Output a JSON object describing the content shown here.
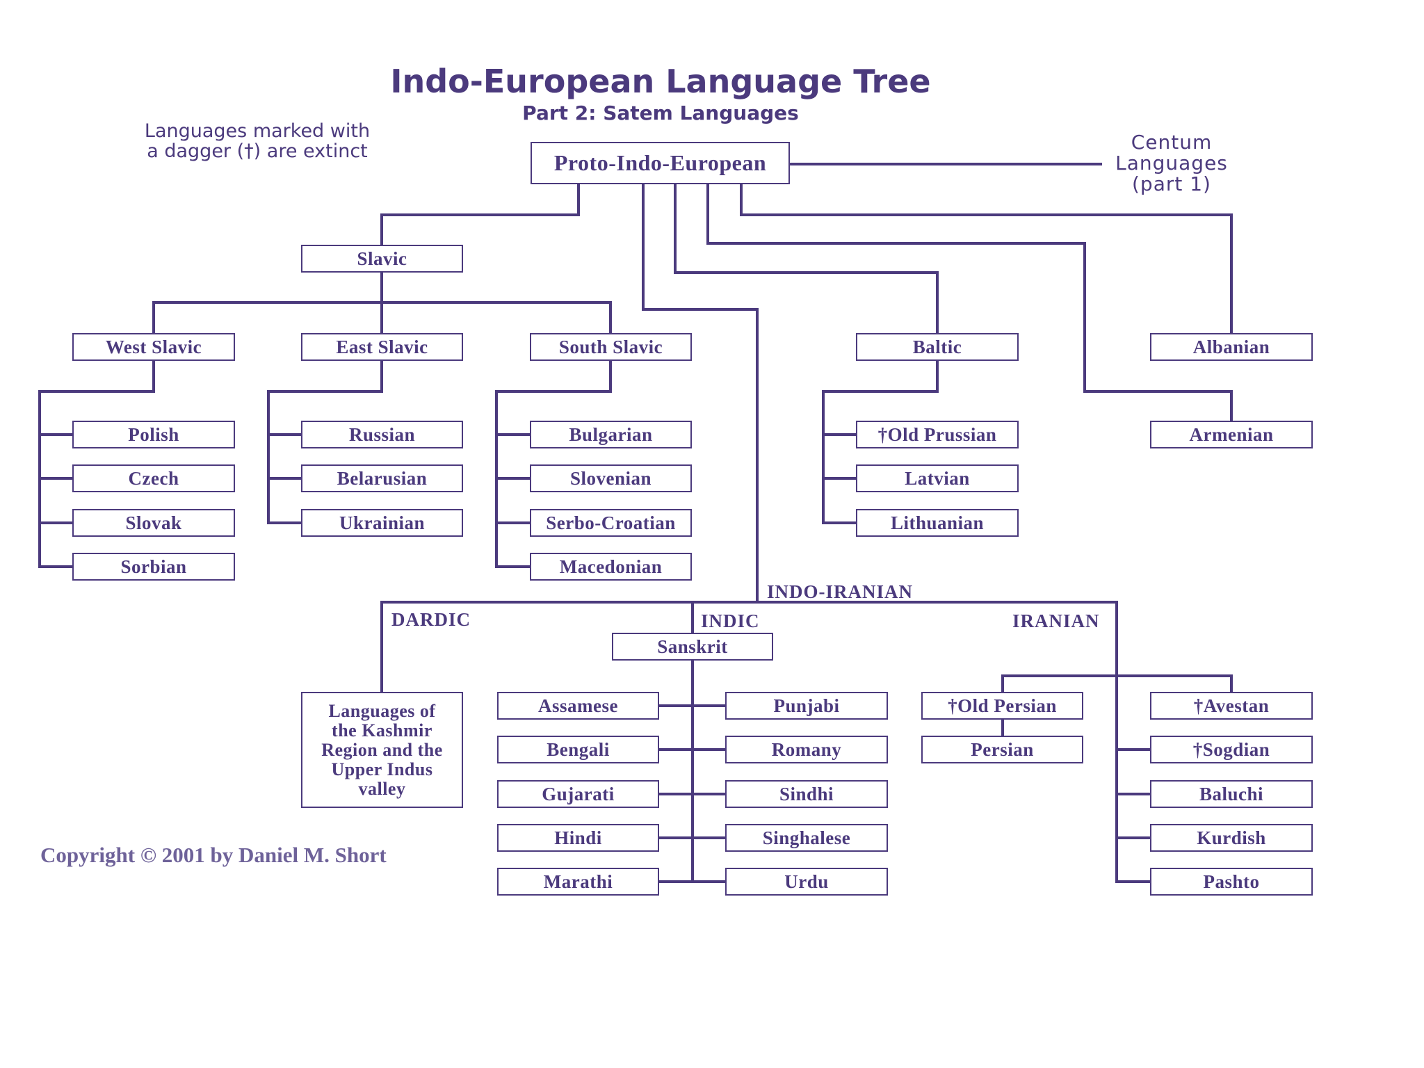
{
  "title": "Indo-European Language Tree",
  "subtitle": "Part 2: Satem Languages",
  "legend_note": "Languages marked with\na dagger (†) are extinct",
  "centum_link": "Centum\nLanguages\n(part 1)",
  "copyright": "Copyright © 2001 by Daniel M. Short",
  "colors": {
    "line": "#4b3a7d",
    "text": "#4b3a7d",
    "copyright": "#6e6299",
    "background": "#ffffff"
  },
  "group_labels": {
    "indo_iranian": "INDO-IRANIAN",
    "dardic": "DARDIC",
    "indic": "INDIC",
    "iranian": "IRANIAN"
  },
  "nodes": {
    "proto": "Proto-Indo-European",
    "slavic": "Slavic",
    "west_slavic": "West Slavic",
    "east_slavic": "East Slavic",
    "south_slavic": "South Slavic",
    "baltic": "Baltic",
    "albanian": "Albanian",
    "armenian": "Armenian",
    "polish": "Polish",
    "czech": "Czech",
    "slovak": "Slovak",
    "sorbian": "Sorbian",
    "russian": "Russian",
    "belarusian": "Belarusian",
    "ukrainian": "Ukrainian",
    "bulgarian": "Bulgarian",
    "slovenian": "Slovenian",
    "serbo_croatian": "Serbo-Croatian",
    "macedonian": "Macedonian",
    "old_prussian": "†Old Prussian",
    "latvian": "Latvian",
    "lithuanian": "Lithuanian",
    "sanskrit": "Sanskrit",
    "kashmir": "Languages of\nthe Kashmir\nRegion and the\nUpper Indus\nvalley",
    "assamese": "Assamese",
    "bengali": "Bengali",
    "gujarati": "Gujarati",
    "hindi": "Hindi",
    "marathi": "Marathi",
    "punjabi": "Punjabi",
    "romany": "Romany",
    "sindhi": "Sindhi",
    "singhalese": "Singhalese",
    "urdu": "Urdu",
    "old_persian": "†Old Persian",
    "persian": "Persian",
    "avestan": "†Avestan",
    "sogdian": "†Sogdian",
    "baluchi": "Baluchi",
    "kurdish": "Kurdish",
    "pashto": "Pashto"
  }
}
